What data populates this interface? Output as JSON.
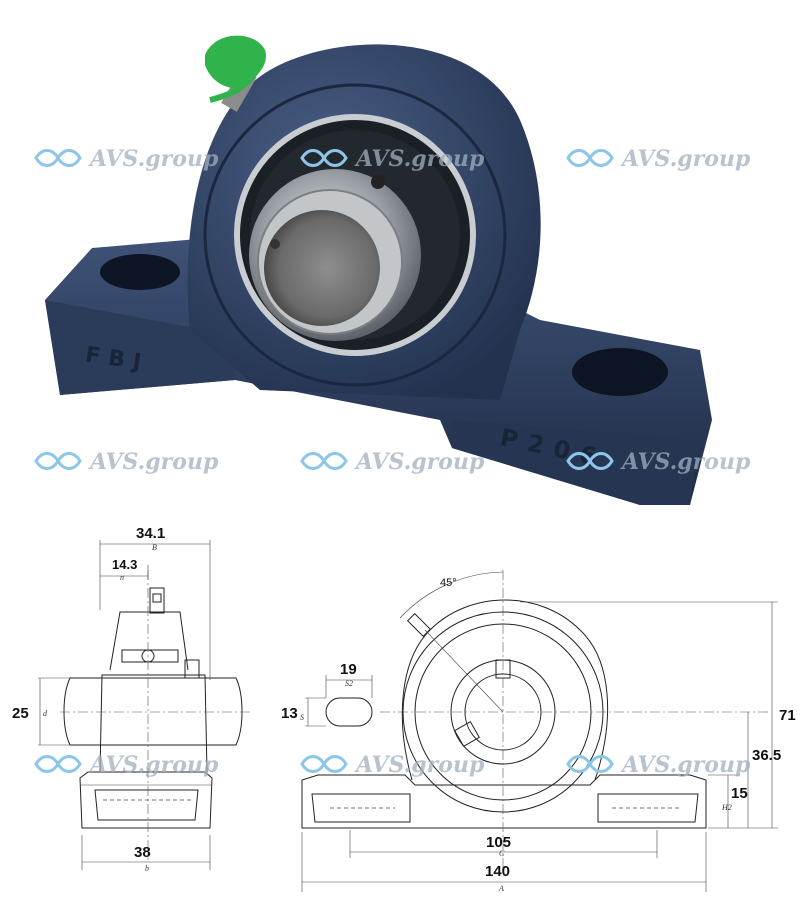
{
  "photo": {
    "housing_marking_left": "FBJ",
    "housing_marking_right": "P206",
    "colors": {
      "housing": "#34486b",
      "grease_cap": "#2fb34a",
      "bearing_steel": "#b8bcc0"
    }
  },
  "watermark": {
    "text": "AVS.group",
    "icon": "infinity-logo-icon"
  },
  "dimensions": {
    "B": "34.1",
    "B_sub": "B",
    "n": "14.3",
    "n_sub": "n",
    "d": "25",
    "d_sub": "d",
    "b": "38",
    "b_sub": "b",
    "S2": "19",
    "S2_sub": "S2",
    "S": "13",
    "S_sub": "S",
    "angle": "45°",
    "C": "105",
    "C_sub": "C",
    "A": "140",
    "A_sub": "A",
    "H1": "71",
    "H": "36.5",
    "H2": "15",
    "H2_sub": "H2"
  }
}
